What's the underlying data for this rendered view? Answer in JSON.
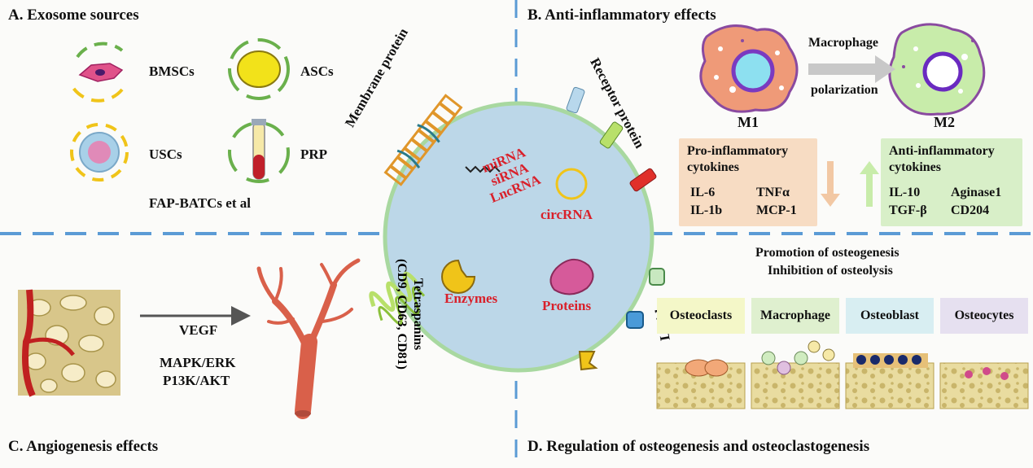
{
  "sections": {
    "a": "A. Exosome sources",
    "b": "B. Anti-inflammatory effects",
    "c": "C. Angiogenesis effects",
    "d": "D. Regulation of osteogenesis and osteoclastogenesis"
  },
  "sources": {
    "bmsc": "BMSCs",
    "asc": "ASCs",
    "usc": "USCs",
    "prp": "PRP",
    "fap": "FAP-BATCs et al"
  },
  "exosome": {
    "membrane_protein": "Membrane protein",
    "receptor_protein": "Receptor protein",
    "rna_list": [
      "miRNA",
      "siRNA",
      "LncRNA"
    ],
    "circrna": "circRNA",
    "enzymes": "Enzymes",
    "proteins": "Proteins",
    "tetraspanins": "Tetraspanins",
    "cd_markers": "(CD9, CD63, CD81)",
    "lipid": "Lipid"
  },
  "inflammation": {
    "polarization_top": "Macrophage",
    "polarization_bottom": "polarization",
    "m1": "M1",
    "m2": "M2",
    "pro_title": "Pro-inflammatory cytokines",
    "pro_items": [
      "IL-6",
      "TNFα",
      "IL-1b",
      "MCP-1"
    ],
    "anti_title": "Anti-inflammatory cytokines",
    "anti_items": [
      "IL-10",
      "Aginase1",
      "TGF-β",
      "CD204"
    ]
  },
  "angiogenesis": {
    "vegf": "VEGF",
    "pathway1": "MAPK/ERK",
    "pathway2": "P13K/AKT"
  },
  "osteo": {
    "line1": "Promotion of osteogenesis",
    "line2": "Inhibition of osteolysis",
    "cells": [
      {
        "label": "Osteoclasts",
        "color": "#f4f7c8"
      },
      {
        "label": "Macrophage",
        "color": "#dff0cf"
      },
      {
        "label": "Osteoblast",
        "color": "#d8eef2"
      },
      {
        "label": "Osteocytes",
        "color": "#e6e0f0"
      }
    ]
  },
  "colors": {
    "divider": "#5b9bd5",
    "exosome_fill": "#bcd7e8",
    "exosome_rim": "#a8d8a0",
    "pro_box": "#f7dcc3",
    "anti_box": "#d8efc8"
  }
}
